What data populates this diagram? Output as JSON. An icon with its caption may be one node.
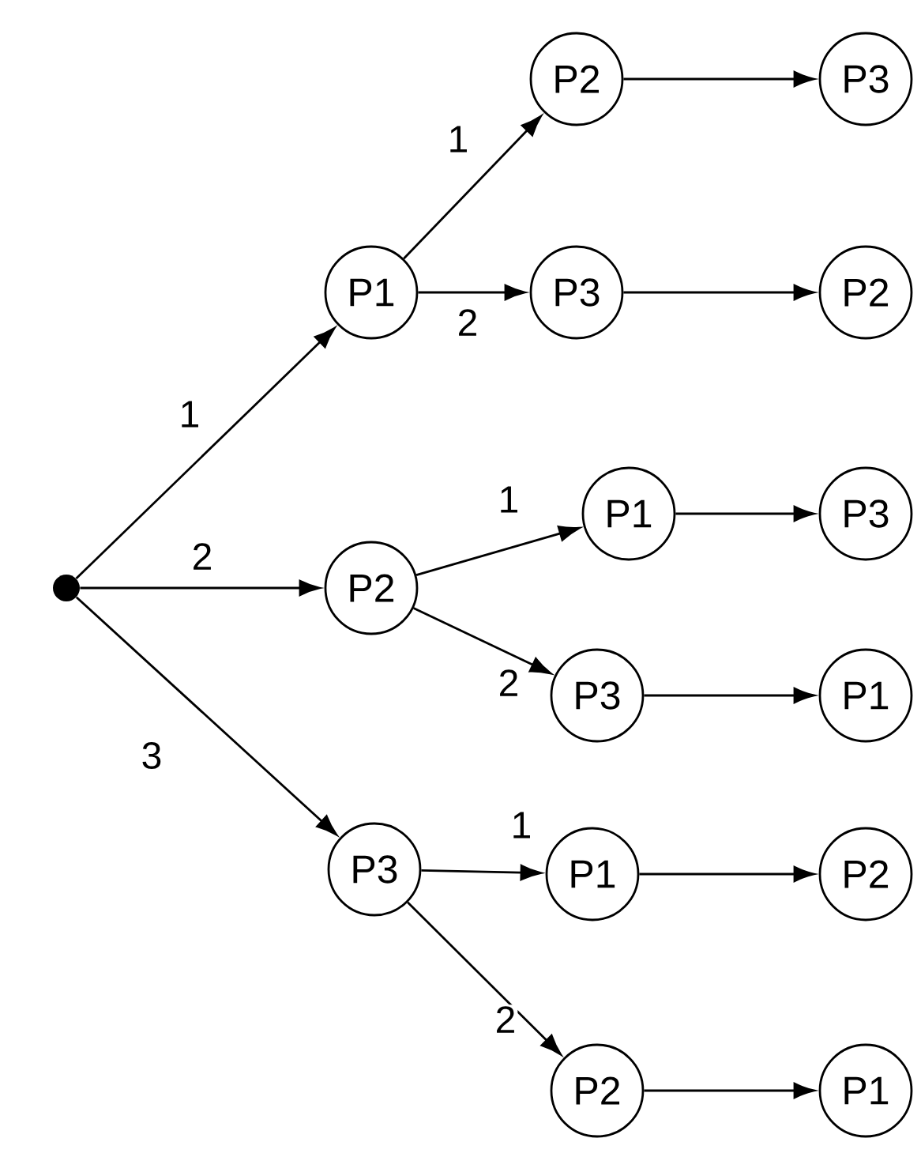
{
  "diagram": {
    "nodes": [
      {
        "text": [],
        "shape": "circle"
      },
      {
        "text": [
          "P1"
        ]
      },
      {
        "text": [
          "P2"
        ]
      },
      {
        "text": [
          "P3"
        ]
      },
      {
        "text": [
          "P2"
        ]
      },
      {
        "text": [
          "P3"
        ]
      },
      {
        "text": [
          "P1"
        ]
      },
      {
        "text": [
          "P3"
        ]
      },
      {
        "text": [
          "P1"
        ]
      },
      {
        "text": [
          "P2"
        ]
      },
      {
        "text": [
          "P3"
        ]
      },
      {
        "text": [
          "P2"
        ]
      },
      {
        "text": [
          "P3"
        ]
      },
      {
        "text": [
          "P1"
        ]
      },
      {
        "text": [
          "P2"
        ]
      },
      {
        "text": [
          "P1"
        ]
      }
    ],
    "edges": [
      {
        "from": 0,
        "to": 1,
        "arrow": "to",
        "label": "1"
      },
      {
        "from": 0,
        "to": 2,
        "arrow": "to",
        "label": "2"
      },
      {
        "from": 0,
        "to": 3,
        "arrow": "to",
        "label": "3"
      },
      {
        "from": 1,
        "to": 4,
        "arrow": "to",
        "label": "1"
      },
      {
        "from": 1,
        "to": 5,
        "arrow": "to",
        "label": "2"
      },
      {
        "from": 2,
        "to": 6,
        "arrow": "to",
        "label": "1"
      },
      {
        "from": 2,
        "to": 7,
        "arrow": "to",
        "label": "2"
      },
      {
        "from": 3,
        "to": 8,
        "arrow": "to",
        "label": "1"
      },
      {
        "from": 3,
        "to": 9,
        "arrow": "to",
        "label": "2"
      },
      {
        "from": 4,
        "to": 10,
        "arrow": "to"
      },
      {
        "from": 5,
        "to": 11,
        "arrow": "to"
      },
      {
        "from": 6,
        "to": 12,
        "arrow": "to"
      },
      {
        "from": 7,
        "to": 13,
        "arrow": "to"
      },
      {
        "from": 8,
        "to": 14,
        "arrow": "to"
      },
      {
        "from": 9,
        "to": 15,
        "arrow": "to"
      }
    ]
  }
}
